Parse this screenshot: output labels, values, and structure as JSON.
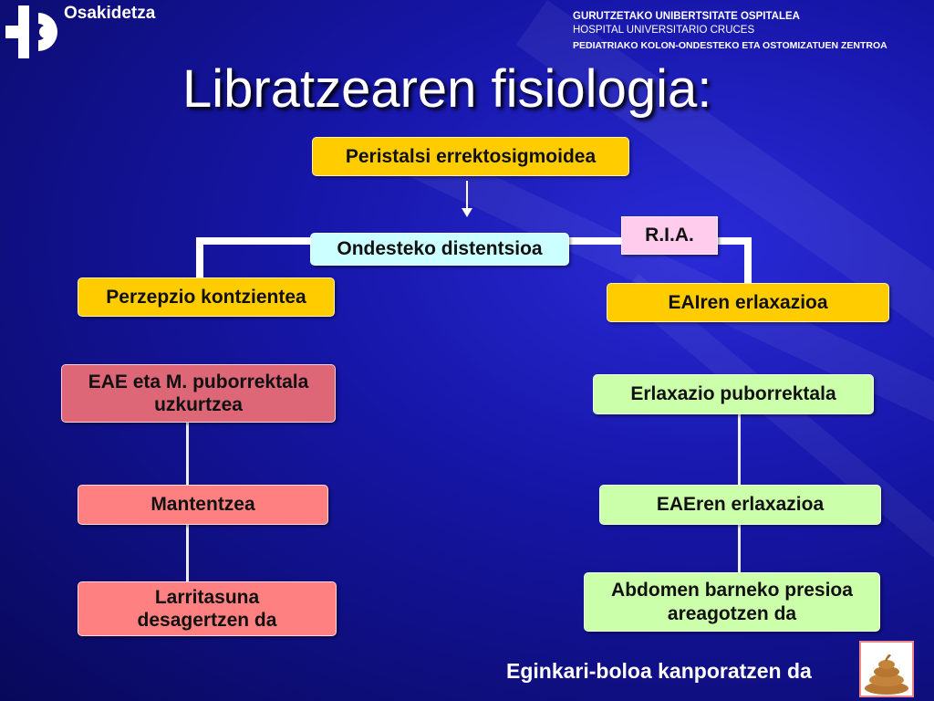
{
  "header": {
    "brand": "Osakidetza",
    "hospital_line1": "GURUTZETAKO UNIBERTSITATE OSPITALEA",
    "hospital_line2": "HOSPITAL UNIVERSITARIO CRUCES",
    "hospital_line3": "PEDIATRIAKO KOLON-ONDESTEKO ETA OSTOMIZATUEN ZENTROA"
  },
  "title": "Libratzearen fisiologia:",
  "diagram": {
    "peristalsi": "Peristalsi errektosigmoidea",
    "ondesteko": "Ondesteko distentsioa",
    "ria": "R.I.A.",
    "perzepzio": "Perzepzio kontzientea",
    "eairen": "EAIren erlaxazioa",
    "eae_line1": "EAE eta M. puborrektala",
    "eae_line2": "uzkurtzea",
    "erlaxazio": "Erlaxazio puborrektala",
    "mantentzea": "Mantentzea",
    "eaeren": "EAEren erlaxazioa",
    "larritasuna_line1": "Larritasuna",
    "larritasuna_line2": "desagertzen da",
    "abdomen_line1": "Abdomen barneko presioa",
    "abdomen_line2": "areagotzen da",
    "final": "Eginkari-boloa kanporatzen da"
  }
}
